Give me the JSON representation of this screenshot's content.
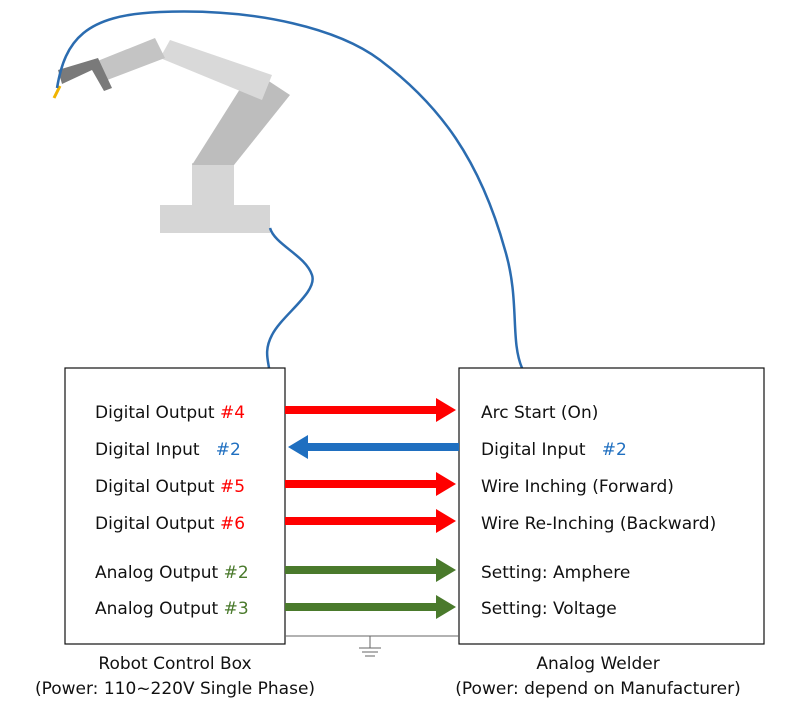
{
  "robot_box": {
    "rows": [
      {
        "text": "Digital Output ",
        "num": "#4",
        "num_color": "#ff0000"
      },
      {
        "text": "Digital Input   ",
        "num": "#2",
        "num_color": "#1f6fc0"
      },
      {
        "text": "Digital Output ",
        "num": "#5",
        "num_color": "#ff0000"
      },
      {
        "text": "Digital Output ",
        "num": "#6",
        "num_color": "#ff0000"
      },
      {
        "text": "Analog Output ",
        "num": "#2",
        "num_color": "#4a7a2c"
      },
      {
        "text": "Analog Output ",
        "num": "#3",
        "num_color": "#4a7a2c"
      }
    ],
    "caption_title": "Robot Control Box",
    "caption_sub": "(Power: 110~220V Single Phase)"
  },
  "welder_box": {
    "rows": [
      {
        "text": "Arc Start (On)",
        "num": ""
      },
      {
        "text": "Digital Input   ",
        "num": "#2",
        "num_color": "#1f6fc0"
      },
      {
        "text": "Wire Inching (Forward)",
        "num": ""
      },
      {
        "text": "Wire Re-Inching (Backward)",
        "num": ""
      },
      {
        "text": "Setting: Amphere",
        "num": ""
      },
      {
        "text": "Setting: Voltage",
        "num": ""
      }
    ],
    "caption_title": "Analog Welder",
    "caption_sub": "(Power: depend on Manufacturer)"
  },
  "arrows": [
    {
      "direction": "right",
      "color": "#ff0000"
    },
    {
      "direction": "left",
      "color": "#1f6fc0"
    },
    {
      "direction": "right",
      "color": "#ff0000"
    },
    {
      "direction": "right",
      "color": "#ff0000"
    },
    {
      "direction": "right",
      "color": "#4a7a2c"
    },
    {
      "direction": "right",
      "color": "#4a7a2c"
    }
  ],
  "colors": {
    "cable": "#2b6cb0",
    "robot_light": "#d6d6d6",
    "robot_mid": "#bdbdbd",
    "robot_dark": "#7a7a7a",
    "torch_tip": "#f0b400"
  }
}
